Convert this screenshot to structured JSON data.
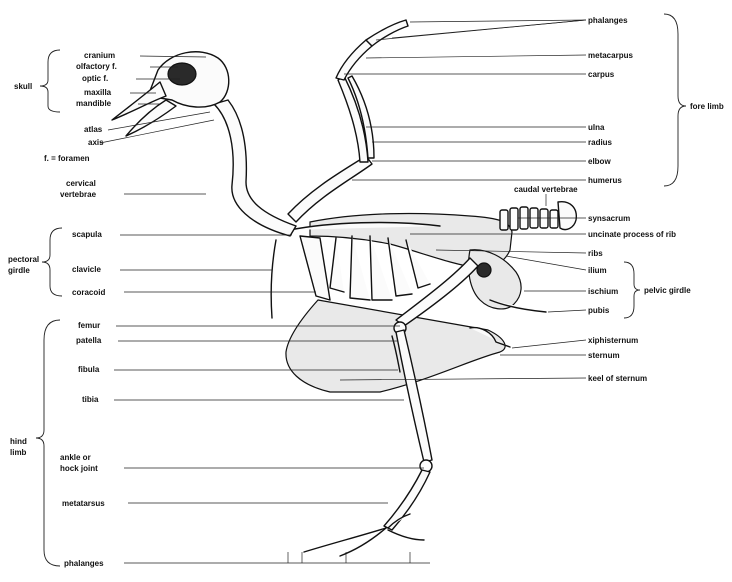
{
  "labels_left": {
    "cranium": "cranium",
    "olfactory": "olfactory f.",
    "optic": "optic f.",
    "maxilla": "maxilla",
    "mandible": "mandible",
    "atlas": "atlas",
    "axis": "axis",
    "foramen_note": "f. = foramen",
    "cervical_1": "cervical",
    "cervical_2": "vertebrae",
    "scapula": "scapula",
    "clavicle": "clavicle",
    "coracoid": "coracoid",
    "femur": "femur",
    "patella": "patella",
    "fibula": "fibula",
    "tibia": "tibia",
    "ankle_1": "ankle or",
    "ankle_2": "hock joint",
    "metatarsus": "metatarsus",
    "phalanges_foot": "phalanges"
  },
  "labels_right": {
    "phalanges_wing": "phalanges",
    "metacarpus": "metacarpus",
    "carpus": "carpus",
    "ulna": "ulna",
    "radius": "radius",
    "elbow": "elbow",
    "humerus": "humerus",
    "caudal": "caudal vertebrae",
    "synsacrum": "synsacrum",
    "uncinate": "uncinate process of rib",
    "ribs": "ribs",
    "ilium": "ilium",
    "ischium": "ischium",
    "pubis": "pubis",
    "xiphisternum": "xiphisternum",
    "sternum": "sternum",
    "keel": "keel of sternum"
  },
  "groups": {
    "skull": "skull",
    "pectoral_1": "pectoral",
    "pectoral_2": "girdle",
    "hind_1": "hind",
    "hind_2": "limb",
    "fore_limb": "fore limb",
    "pelvic_girdle": "pelvic girdle"
  }
}
